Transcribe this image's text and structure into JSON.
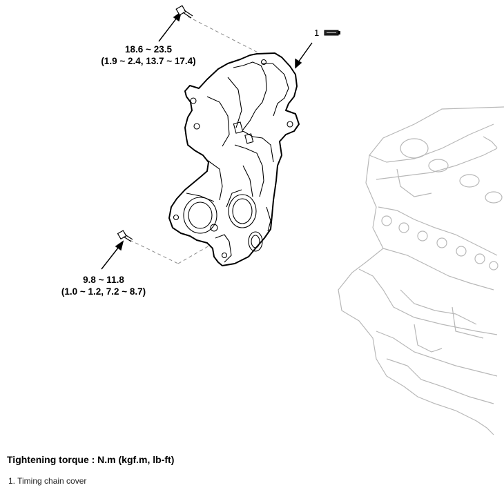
{
  "labels": {
    "torque_top_line1": "18.6 ~ 23.5",
    "torque_top_line2": "(1.9 ~ 2.4, 13.7 ~ 17.4)",
    "torque_bottom_line1": "9.8 ~ 11.8",
    "torque_bottom_line2": "(1.0 ~ 1.2, 7.2 ~ 8.7)",
    "callout_number": "1"
  },
  "caption": {
    "title": "Tightening torque : N.m (kgf.m, lb-ft)",
    "items": [
      "1. Timing chain cover"
    ]
  },
  "icons": [
    "bolt-icon",
    "sealant-tube-icon"
  ]
}
